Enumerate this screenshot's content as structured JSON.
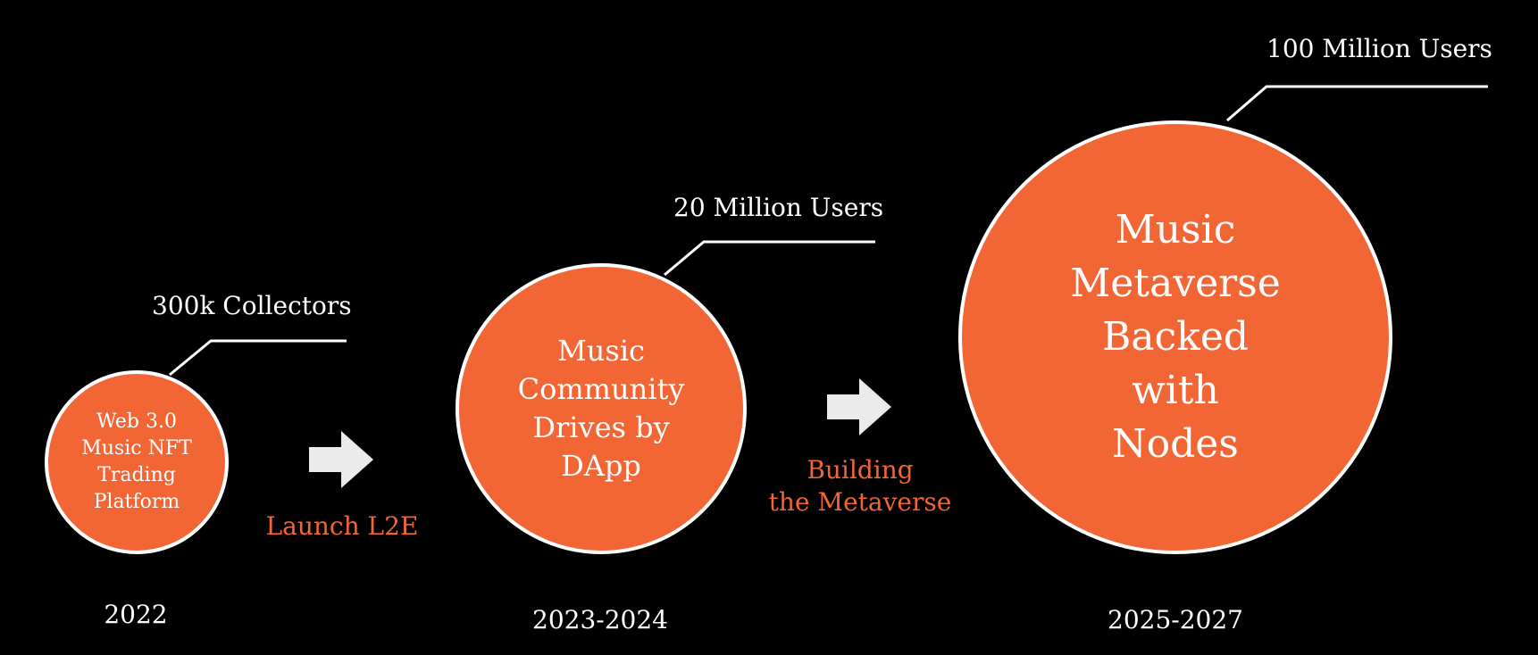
{
  "colors": {
    "background": "#000000",
    "circle_fill": "#f26535",
    "circle_border": "#ffffff",
    "text": "#ffffff",
    "step_text": "#f26535",
    "arrow": "#ebebeb"
  },
  "stages": [
    {
      "circle_text": "Web 3.0\nMusic NFT\nTrading\nPlatform",
      "metric": "300k Collectors",
      "year": "2022"
    },
    {
      "circle_text": "Music\nCommunity\nDrives by\nDApp",
      "metric": "20 Million Users",
      "year": "2023-2024"
    },
    {
      "circle_text": "Music\nMetaverse\nBacked\nwith\nNodes",
      "metric": "100 Million Users",
      "year": "2025-2027"
    }
  ],
  "transitions": [
    {
      "label": "Launch L2E",
      "icon": "arrow-right-icon"
    },
    {
      "label": "Building\nthe Metaverse",
      "icon": "arrow-right-icon"
    }
  ]
}
